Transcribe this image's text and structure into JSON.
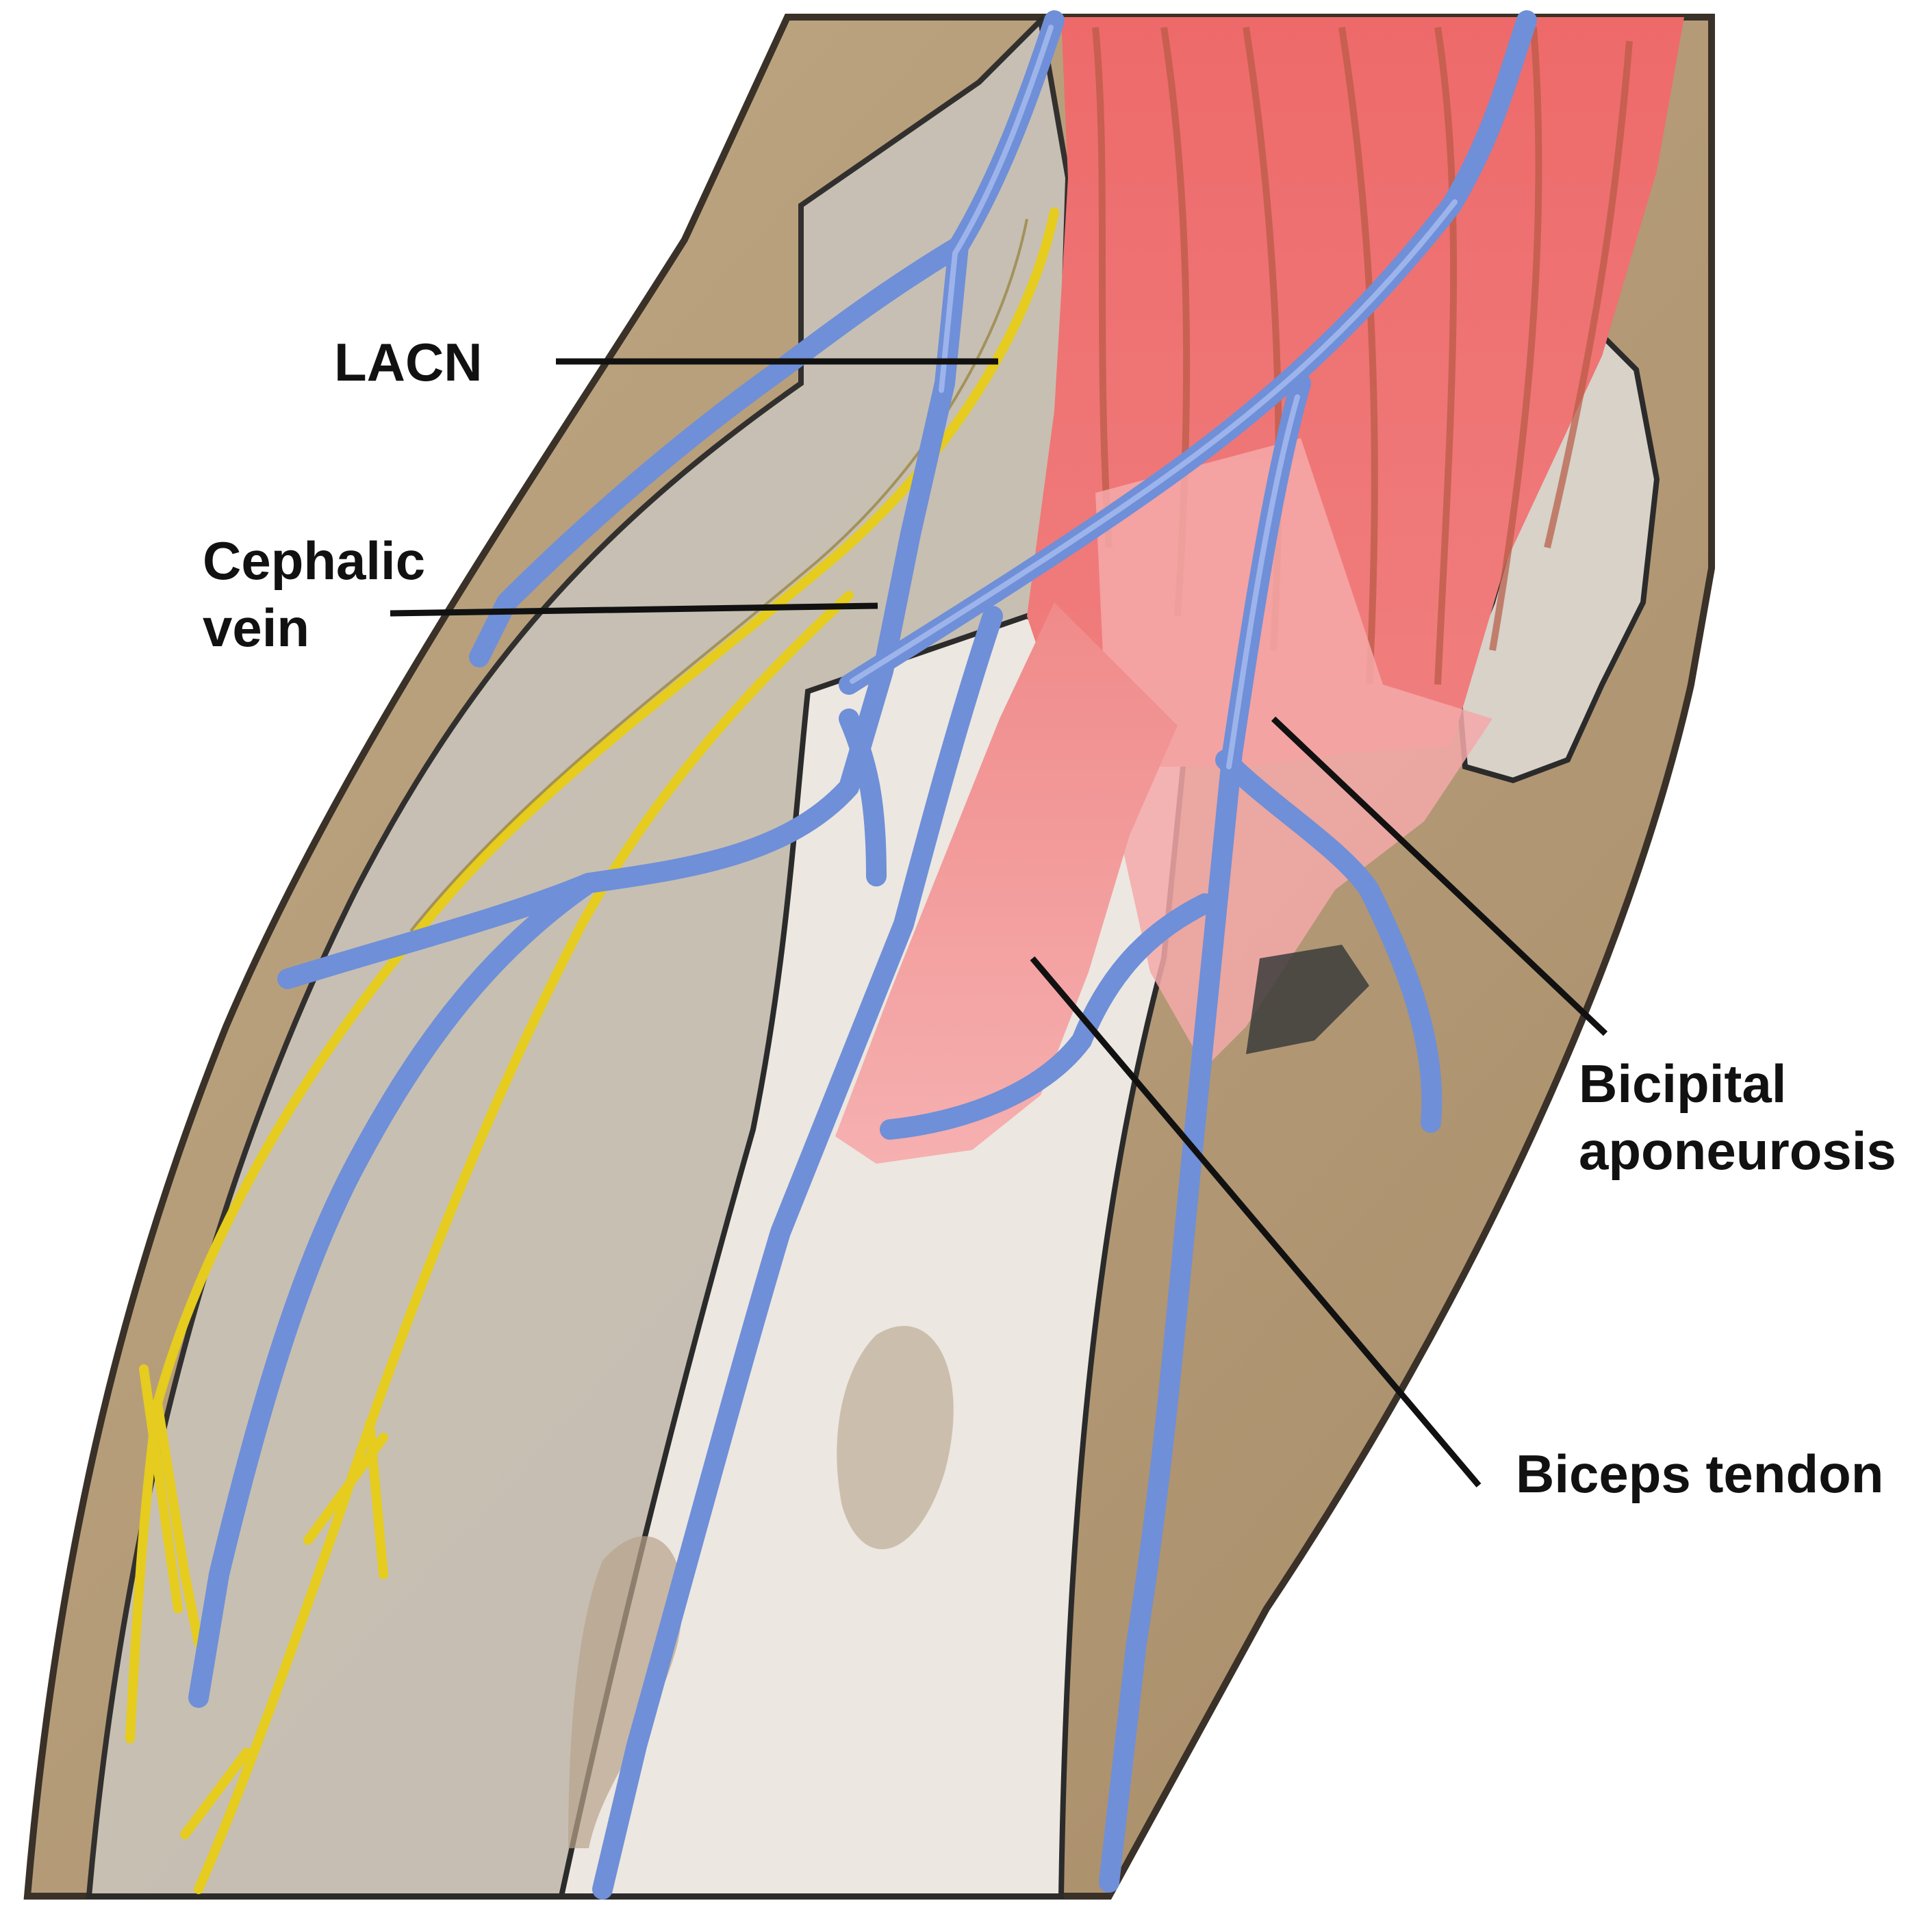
{
  "labels": {
    "lacn": "LACN",
    "cephalic_vein": [
      "Cephalic",
      "vein"
    ],
    "bicipital_aponeurosis": [
      "Bicipital",
      "aponeurosis"
    ],
    "biceps_tendon": "Biceps tendon"
  },
  "colors": {
    "skin": "#b39a78",
    "fascia": "#c9c2b8",
    "tendon": "#ebe6df",
    "muscle": "#ef6f6f",
    "aponeurosis": "#f3a3a3",
    "vein": "#6f8fd8",
    "nerve": "#e7cf1d",
    "outline": "#2b2b2b"
  }
}
